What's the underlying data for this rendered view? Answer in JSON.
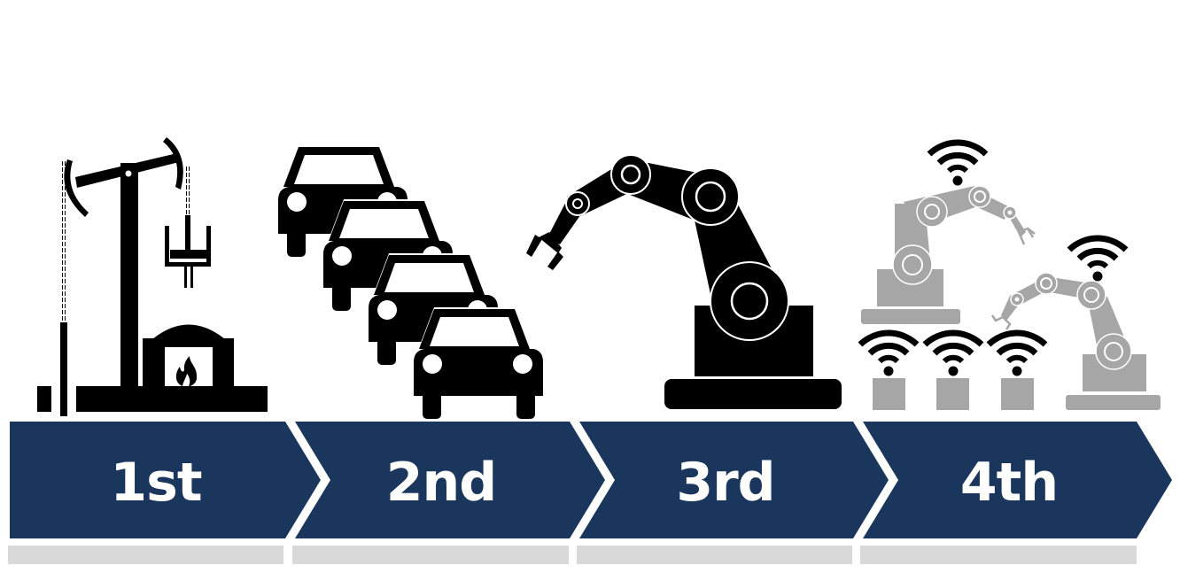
{
  "diagram": {
    "type": "industrial-revolutions-timeline",
    "colors": {
      "chevron_fill": "#1b365d",
      "label_text": "#ffffff",
      "bar_fill": "#d9d9d9",
      "icon_black": "#000000",
      "icon_gray": "#a6a6a6"
    },
    "stages": [
      {
        "label": "1st",
        "icon": "steam-engine-pump-icon"
      },
      {
        "label": "2nd",
        "icon": "cars-assembly-line-icon"
      },
      {
        "label": "3rd",
        "icon": "robot-arm-icon"
      },
      {
        "label": "4th",
        "icon": "connected-robots-wifi-icon"
      }
    ]
  }
}
